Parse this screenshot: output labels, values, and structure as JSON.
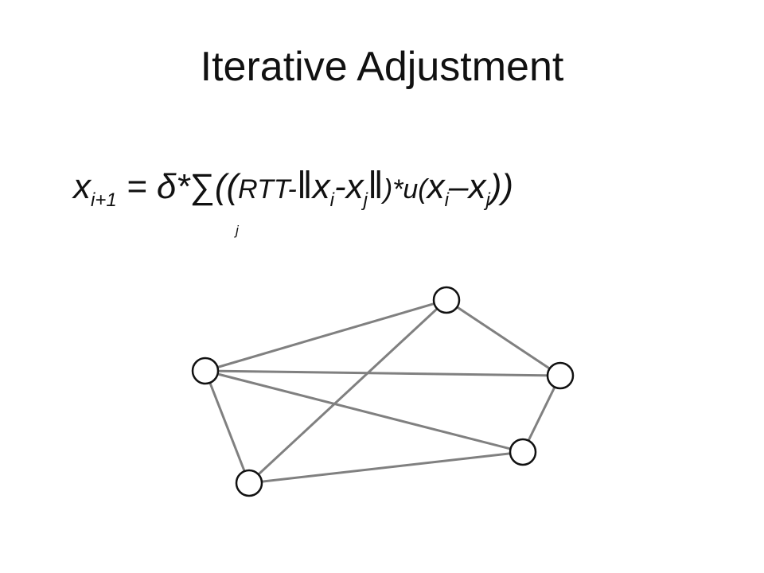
{
  "title": "Iterative Adjustment",
  "formula": {
    "lhs_var": "x",
    "lhs_sub": "i+1",
    "equals": " = ",
    "delta": "δ*",
    "sum": "∑",
    "sum_index": "j",
    "open_parens": "((",
    "rtt": "RTT-",
    "norm_open": "‖",
    "xi": "x",
    "xi_sub": "i",
    "minus": "-",
    "xj": "x",
    "xj_sub": "j",
    "norm_close": "‖",
    "close_mult": ")*u(",
    "xi2": "x",
    "xi2_sub": "i",
    "dash": "–",
    "xj2": "x",
    "xj2_sub": "j",
    "close_parens": "))"
  },
  "graph": {
    "nodes": [
      "n1",
      "n2",
      "n3",
      "n4",
      "n5"
    ],
    "edges": [
      [
        "n1",
        "n2"
      ],
      [
        "n1",
        "n3"
      ],
      [
        "n1",
        "n4"
      ],
      [
        "n1",
        "n5"
      ],
      [
        "n2",
        "n3"
      ],
      [
        "n2",
        "n5"
      ],
      [
        "n3",
        "n4"
      ],
      [
        "n4",
        "n5"
      ]
    ]
  }
}
